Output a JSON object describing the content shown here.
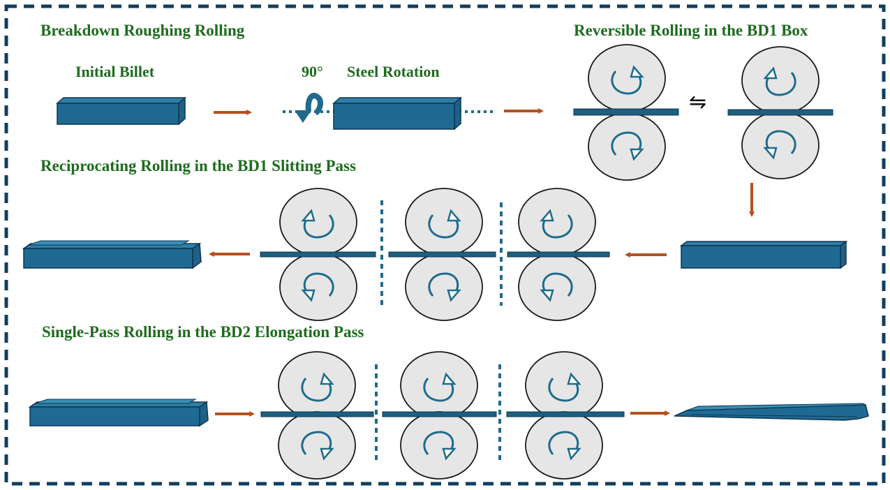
{
  "sections": {
    "breakdown": {
      "title": "Breakdown Roughing Rolling"
    },
    "reversible": {
      "title": "Reversible Rolling in the BD1 Box",
      "symbol": "⇋"
    },
    "reciprocating": {
      "title": "Reciprocating Rolling in the BD1 Slitting Pass"
    },
    "single_pass": {
      "title": "Single-Pass Rolling in the BD2 Elongation Pass"
    }
  },
  "labels": {
    "initial_billet": "Initial Billet",
    "rotation": "90°",
    "steel_rotation": "Steel Rotation"
  },
  "colors": {
    "title_text": "#1e6b1e",
    "frame_dash": "#123e5e",
    "steel": "#1f6a93",
    "arrow": "#b5501e",
    "roll_fill": "#e6e6e6"
  },
  "icons": {
    "rotation_arrow": "curved-rotation-icon",
    "roll_direction": "circular-arrow-icon",
    "flow_arrow": "right-arrow-icon"
  }
}
